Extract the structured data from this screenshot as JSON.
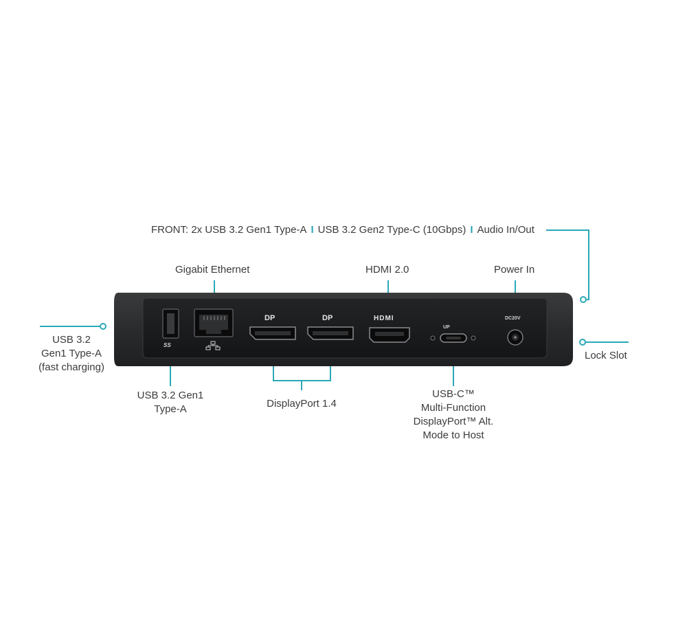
{
  "colors": {
    "accent": "#2aa7b8",
    "device": "#2b2c2e",
    "panel": "#1c1d1f",
    "text": "#3b3b3b"
  },
  "front": {
    "prefix": "FRONT: 2x USB 3.2 Gen1 Type-A",
    "sep1": "I",
    "middle": "USB 3.2 Gen2 Type-C (10Gbps)",
    "sep2": "I",
    "suffix": "Audio In/Out"
  },
  "labels": {
    "gigabit": "Gigabit Ethernet",
    "hdmi": "HDMI 2.0",
    "power": "Power In",
    "usb_fast": [
      "USB 3.2",
      "Gen1 Type-A",
      "(fast charging)"
    ],
    "usb_gen1": [
      "USB 3.2 Gen1",
      "Type-A"
    ],
    "displayport": "DisplayPort 1.4",
    "usbc": [
      "USB-C™",
      "Multi-Function",
      "DisplayPort™ Alt.",
      "Mode to Host"
    ],
    "lock": "Lock Slot"
  },
  "port_marks": {
    "ss": "SS",
    "dp1": "DP",
    "dp2": "DP",
    "hdmi": "HDMI",
    "up": "UP",
    "dc": "DC20V"
  },
  "icons": [
    "usb-ss-icon",
    "ethernet-icon",
    "displayport-icon",
    "hdmi-icon",
    "usb-c-icon",
    "dc-jack-icon"
  ]
}
